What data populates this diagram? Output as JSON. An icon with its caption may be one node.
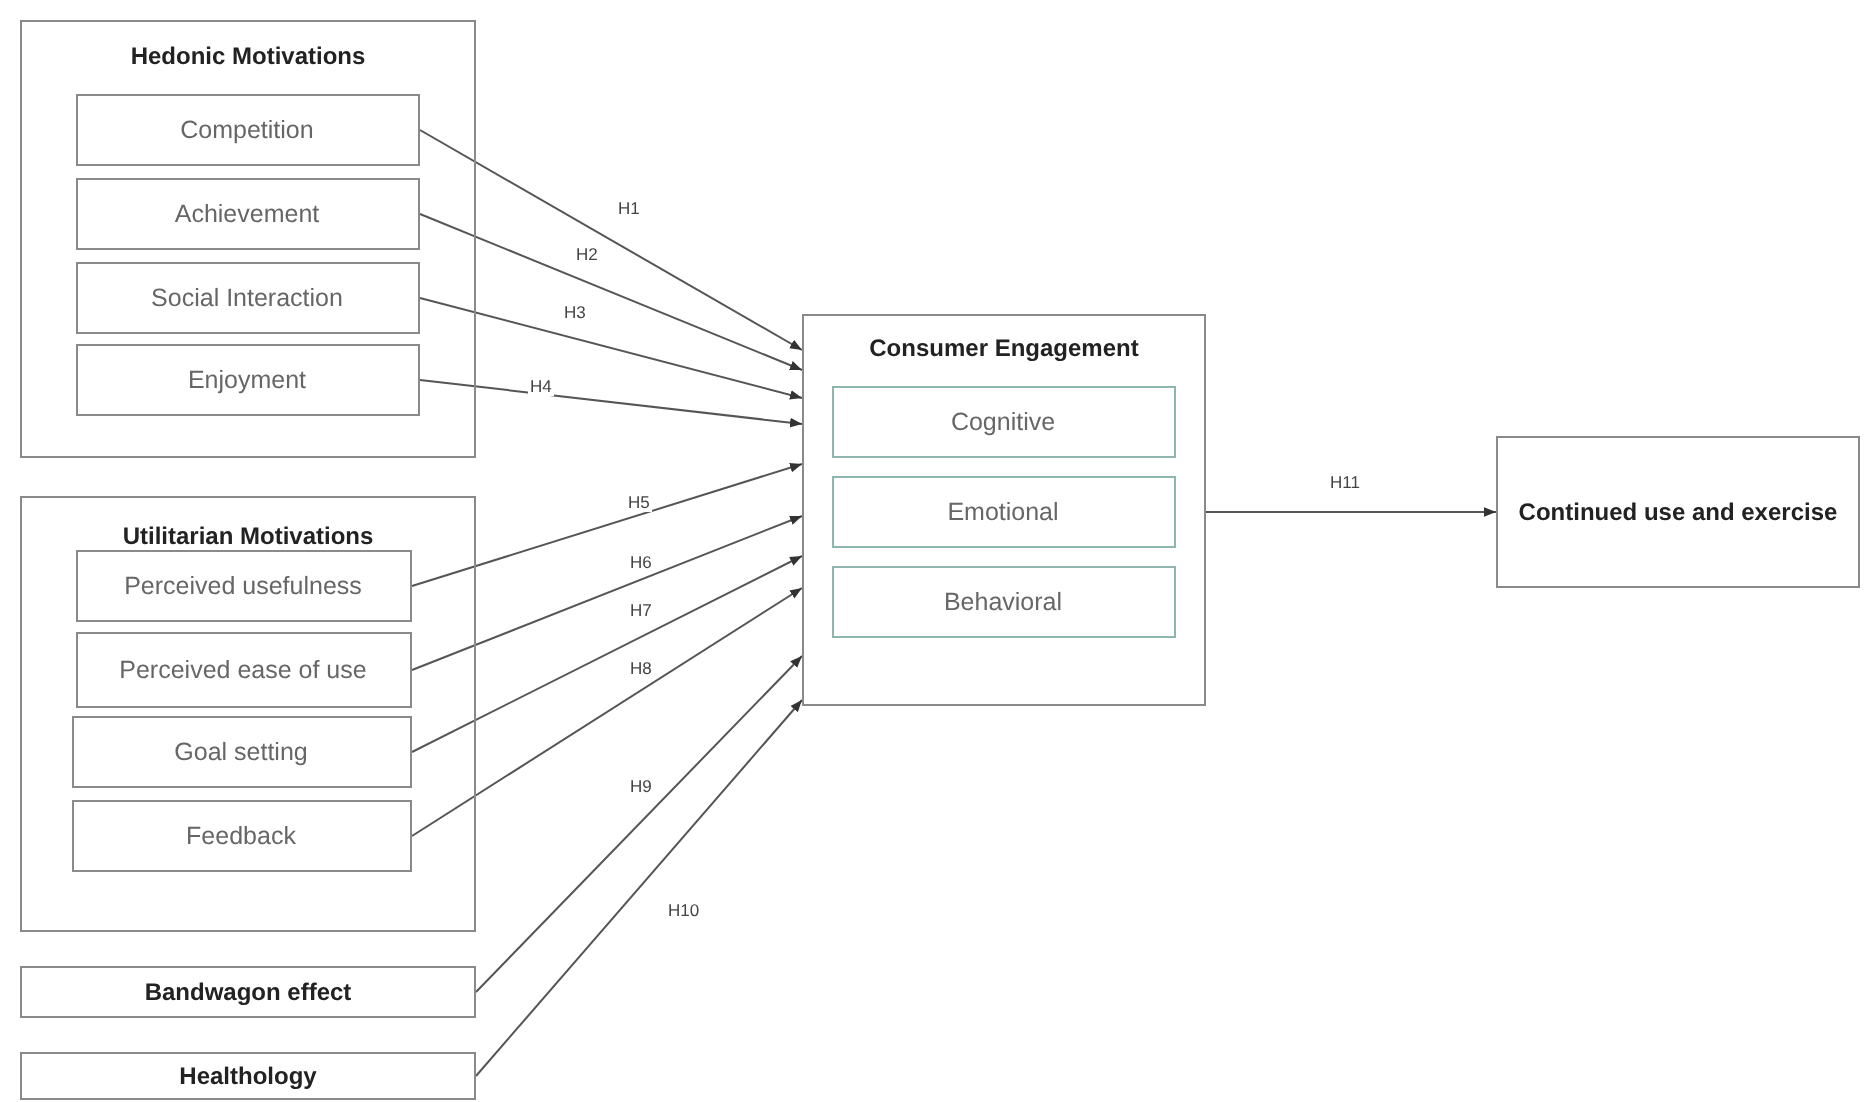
{
  "diagram": {
    "nodes": [
      {
        "text": [
          "Hedonic Motivations"
        ]
      },
      {
        "text": [
          "Competition"
        ],
        "in": 0
      },
      {
        "text": [
          "Achievement"
        ],
        "in": 0
      },
      {
        "text": [
          "Social Interaction"
        ],
        "in": 0
      },
      {
        "text": [
          "Enjoyment"
        ],
        "in": 0
      },
      {
        "text": [
          "Utilitarian Motivations"
        ]
      },
      {
        "text": [
          "Perceived usefulness"
        ],
        "in": 5
      },
      {
        "text": [
          "Perceived ease of use"
        ],
        "in": 5
      },
      {
        "text": [
          "Goal setting"
        ],
        "in": 5
      },
      {
        "text": [
          "Feedback"
        ],
        "in": 5
      },
      {
        "text": [
          "Bandwagon effect"
        ]
      },
      {
        "text": [
          "Healthology"
        ]
      },
      {
        "text": [
          "Consumer Engagement"
        ]
      },
      {
        "text": [
          "Cognitive"
        ],
        "in": 12
      },
      {
        "text": [
          "Emotional"
        ],
        "in": 12
      },
      {
        "text": [
          "Behavioral"
        ],
        "in": 12
      },
      {
        "text": [
          "Continued use and exercise"
        ]
      }
    ],
    "edges": [
      {
        "from": 1,
        "to": 12,
        "arrow": "to",
        "label": "H1"
      },
      {
        "from": 2,
        "to": 12,
        "arrow": "to",
        "label": "H2"
      },
      {
        "from": 3,
        "to": 12,
        "arrow": "to",
        "label": "H3"
      },
      {
        "from": 4,
        "to": 12,
        "arrow": "to",
        "label": "H4"
      },
      {
        "from": 6,
        "to": 12,
        "arrow": "to",
        "label": "H5"
      },
      {
        "from": 7,
        "to": 12,
        "arrow": "to",
        "label": "H6"
      },
      {
        "from": 8,
        "to": 12,
        "arrow": "to",
        "label": "H7"
      },
      {
        "from": 9,
        "to": 12,
        "arrow": "to",
        "label": "H8"
      },
      {
        "from": 10,
        "to": 12,
        "arrow": "to",
        "label": "H9"
      },
      {
        "from": 11,
        "to": 12,
        "arrow": "to",
        "label": "H10"
      },
      {
        "from": 12,
        "to": 16,
        "arrow": "to",
        "label": "H11"
      }
    ]
  }
}
